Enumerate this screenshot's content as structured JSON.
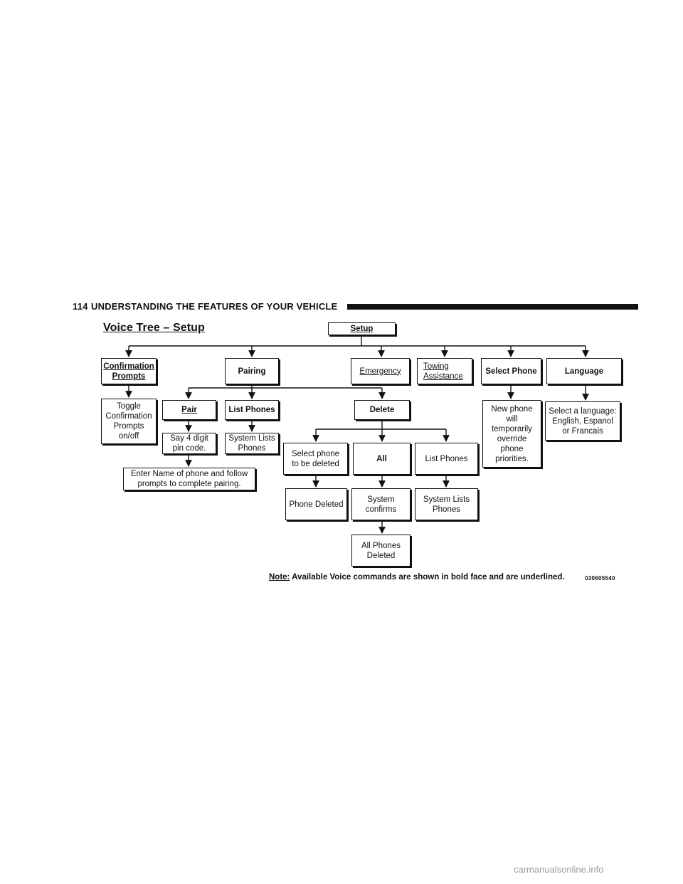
{
  "header": {
    "page_number": "114",
    "section_title": "UNDERSTANDING THE FEATURES OF YOUR VEHICLE"
  },
  "diagram": {
    "title": "Voice Tree – Setup",
    "root": "Setup",
    "level1": {
      "confirmation": "Confirmation\n    Prompts",
      "pairing": "Pairing",
      "emergency": "Emergency",
      "towing": "Towing\nAssistance",
      "select_phone": "Select Phone",
      "language": "Language"
    },
    "confirmation_branch": {
      "toggle": "Toggle\nConfirmation\nPrompts\non/off"
    },
    "pairing_branch": {
      "pair": "Pair",
      "list_phones": "List Phones",
      "delete": "Delete",
      "say_pin": "Say 4 digit\npin code.",
      "system_lists": "System Lists\nPhones",
      "enter_name": "Enter Name of phone and follow\nprompts to complete pairing."
    },
    "delete_branch": {
      "select_phone_delete": "Select phone\nto be deleted",
      "all": "All",
      "list_phones": "List Phones",
      "phone_deleted": "Phone Deleted",
      "system_confirms": "System\nconfirms",
      "system_lists": "System Lists\nPhones",
      "all_phones_deleted": "All Phones\nDeleted"
    },
    "select_phone_branch": {
      "new_phone": "New phone\nwill\ntemporarily\noverride\nphone\npriorities."
    },
    "language_branch": {
      "select_language": "Select a language:\nEnglish, Espanol\nor Francais"
    },
    "note_label": "Note:",
    "note_text": "Available Voice commands are shown in bold face and are underlined.",
    "figure_code": "030605540"
  },
  "footer": {
    "watermark": "carmanualsonline.info"
  }
}
